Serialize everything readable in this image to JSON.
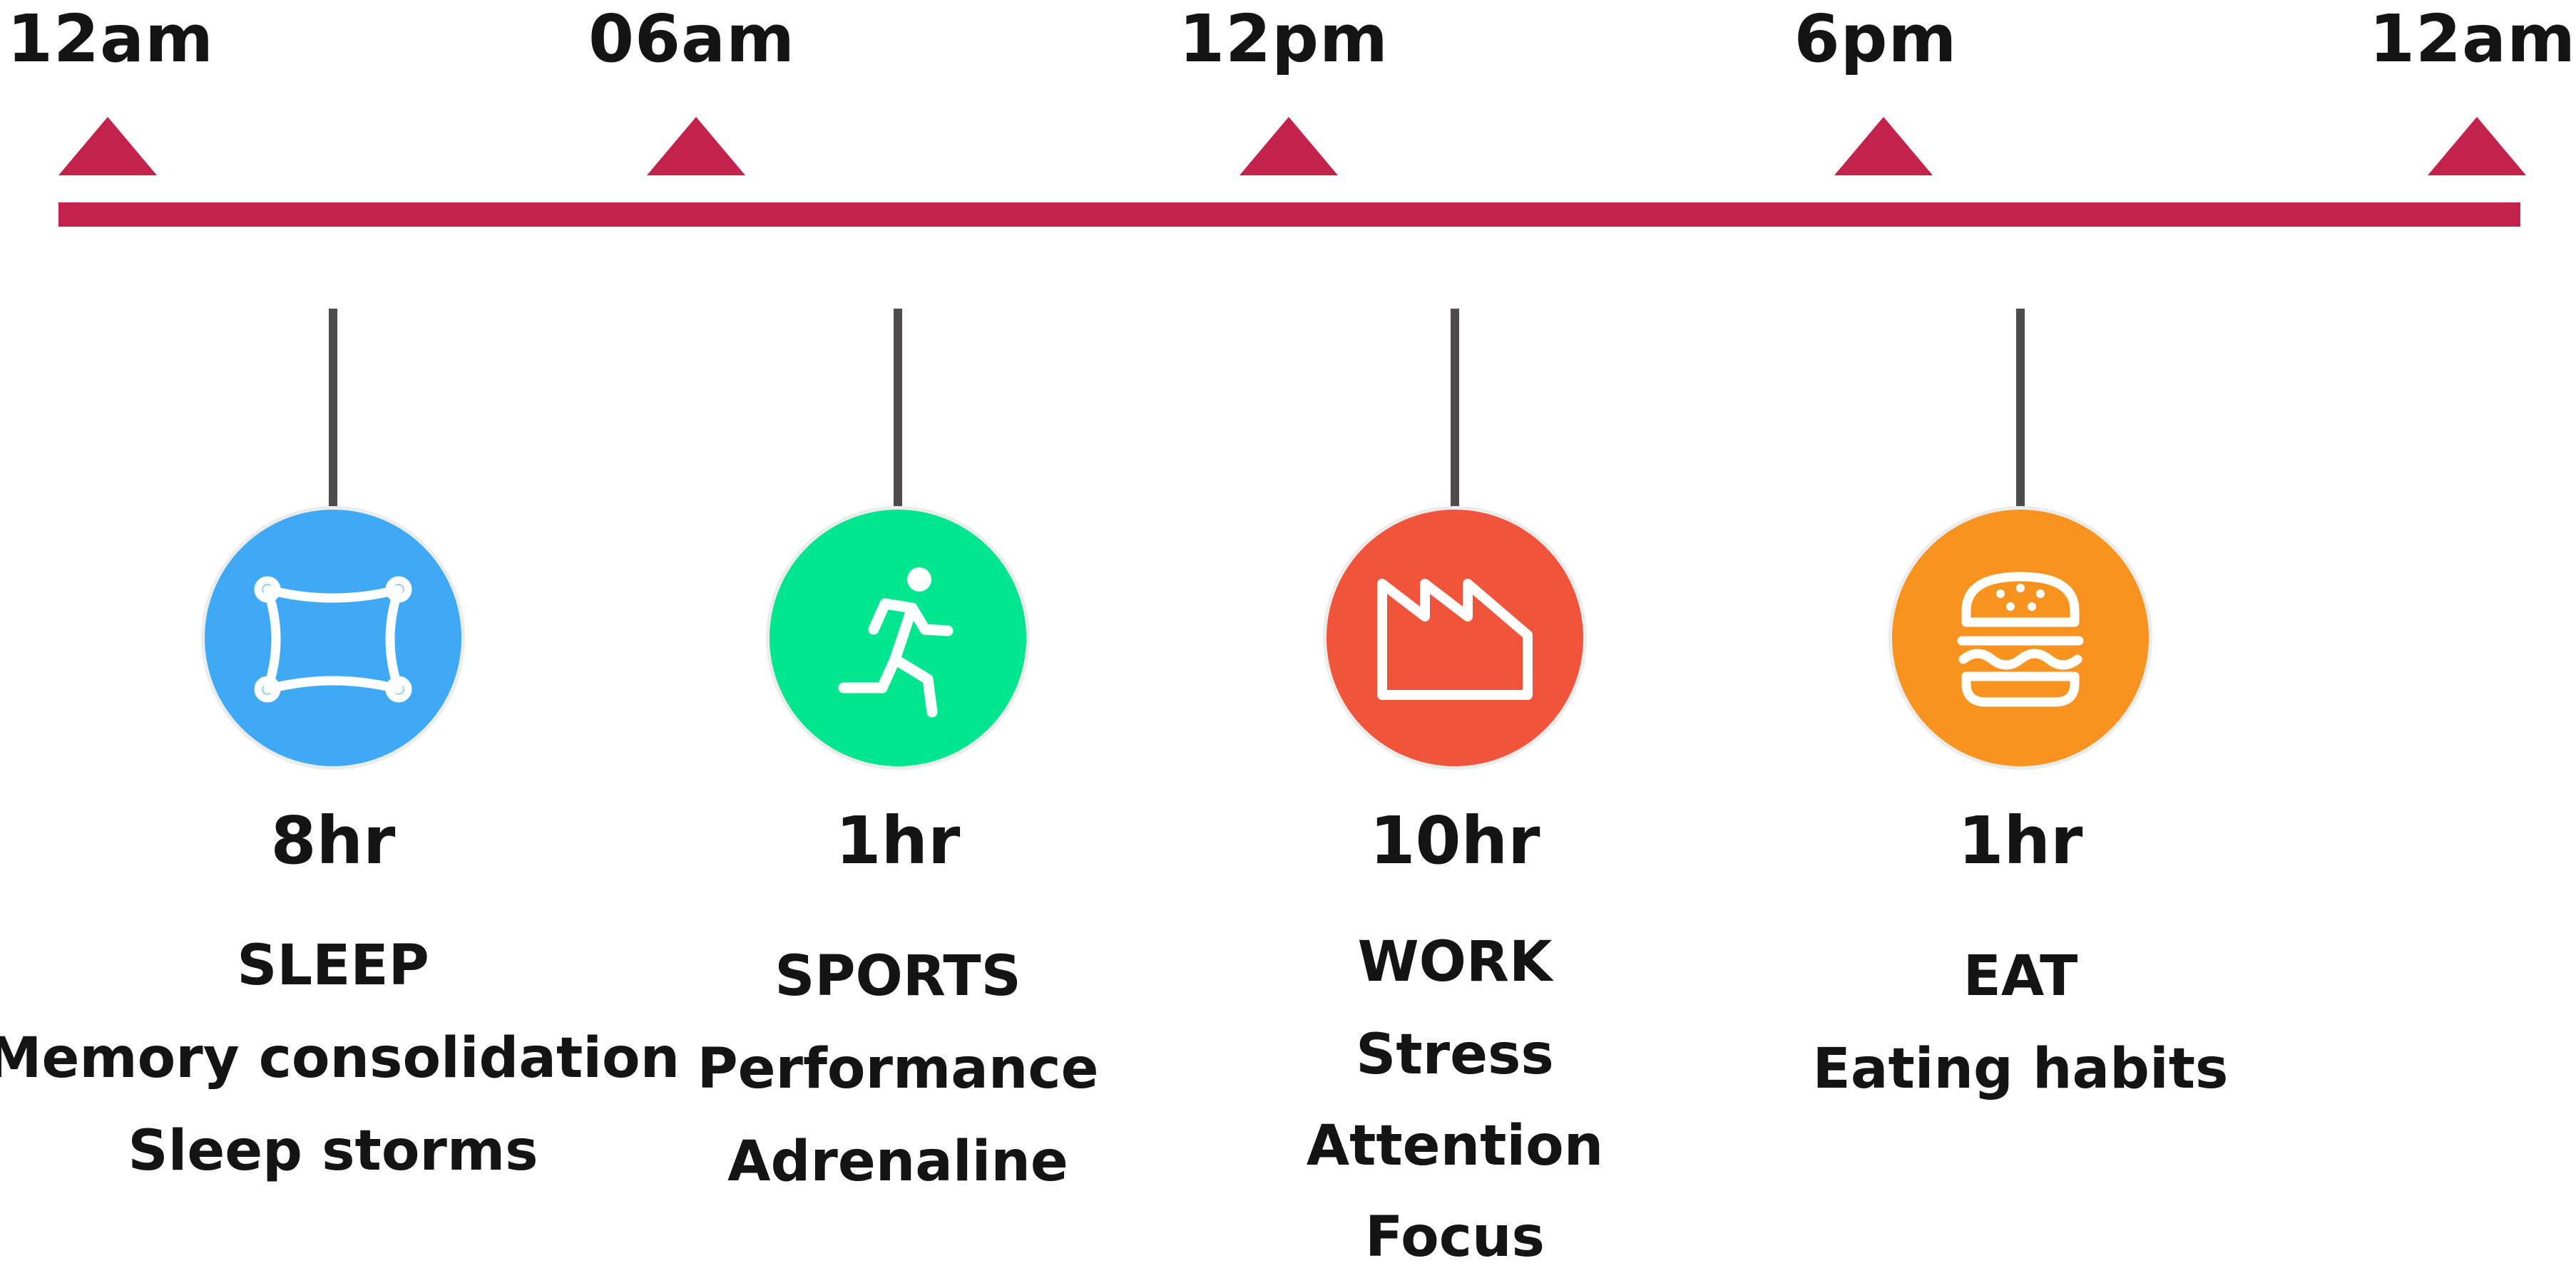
{
  "timeline": {
    "bar_color": "#C2224B",
    "ticks": [
      {
        "label": "12am"
      },
      {
        "label": "06am"
      },
      {
        "label": "12pm"
      },
      {
        "label": "6pm"
      },
      {
        "label": "12am"
      }
    ]
  },
  "activities": [
    {
      "icon": "pillow-icon",
      "color": "#3FA9F5",
      "duration": "8hr",
      "lines": [
        "SLEEP",
        "Memory consolidation",
        "Sleep storms"
      ]
    },
    {
      "icon": "runner-icon",
      "color": "#00E68E",
      "duration": "1hr",
      "lines": [
        "SPORTS",
        "Performance",
        "Adrenaline"
      ]
    },
    {
      "icon": "factory-icon",
      "color": "#F0543A",
      "duration": "10hr",
      "lines": [
        "WORK",
        "Stress",
        "Attention",
        "Focus"
      ]
    },
    {
      "icon": "burger-icon",
      "color": "#F7931E",
      "duration": "1hr",
      "lines": [
        "EAT",
        "Eating habits"
      ]
    }
  ]
}
